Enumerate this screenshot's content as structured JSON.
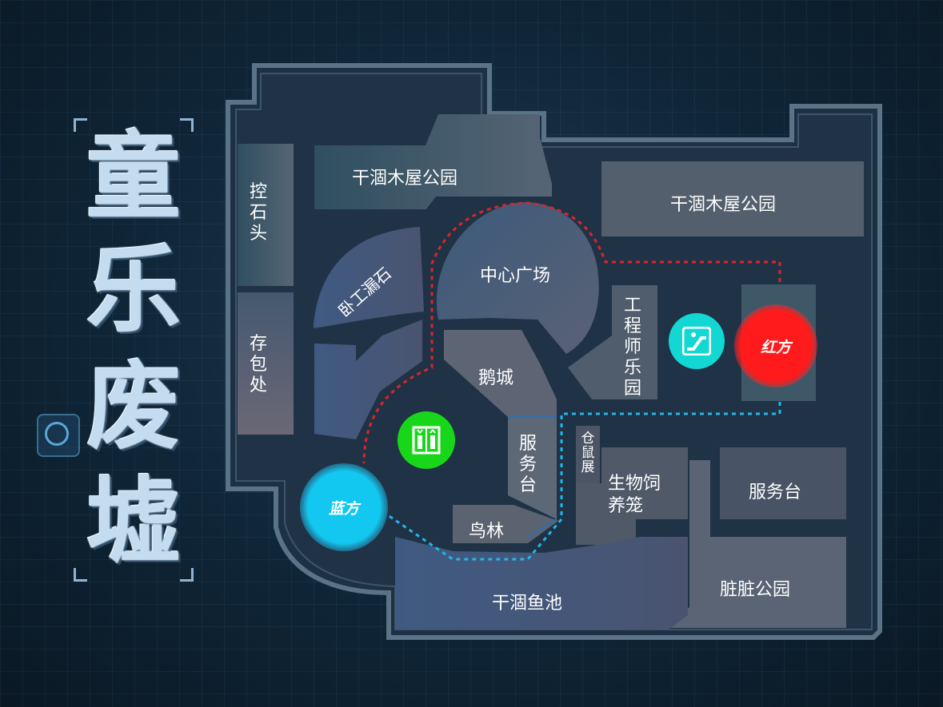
{
  "title_chars": [
    "童",
    "乐",
    "废",
    "墟"
  ],
  "areas": {
    "top_left_park": "干涸木屋公园",
    "top_right_park": "干涸木屋公园",
    "stone_area": "控石头",
    "storage": "存包处",
    "workshop": "卧工漏石",
    "central_plaza": "中心广场",
    "engineer_park": "工程师乐园",
    "goose_castle": "鹅城",
    "service_desk_center": "服务台",
    "warehouse_rat": "仓鼠展",
    "bio_cage": "生物饲养笼",
    "service_desk_right": "服务台",
    "bird_forest": "鸟林",
    "fish_pond": "干涸鱼池",
    "dirty_park": "脏脏公园"
  },
  "teams": {
    "red": "红方",
    "blue": "蓝方"
  },
  "colors": {
    "red_team": "#ff1b1b",
    "blue_team": "#13c8f0",
    "elevator": "#18d61a",
    "escalator": "#12d7d3"
  },
  "icons": {
    "elevator": "elevator-icon",
    "escalator": "escalator-icon",
    "target": "target-icon"
  }
}
